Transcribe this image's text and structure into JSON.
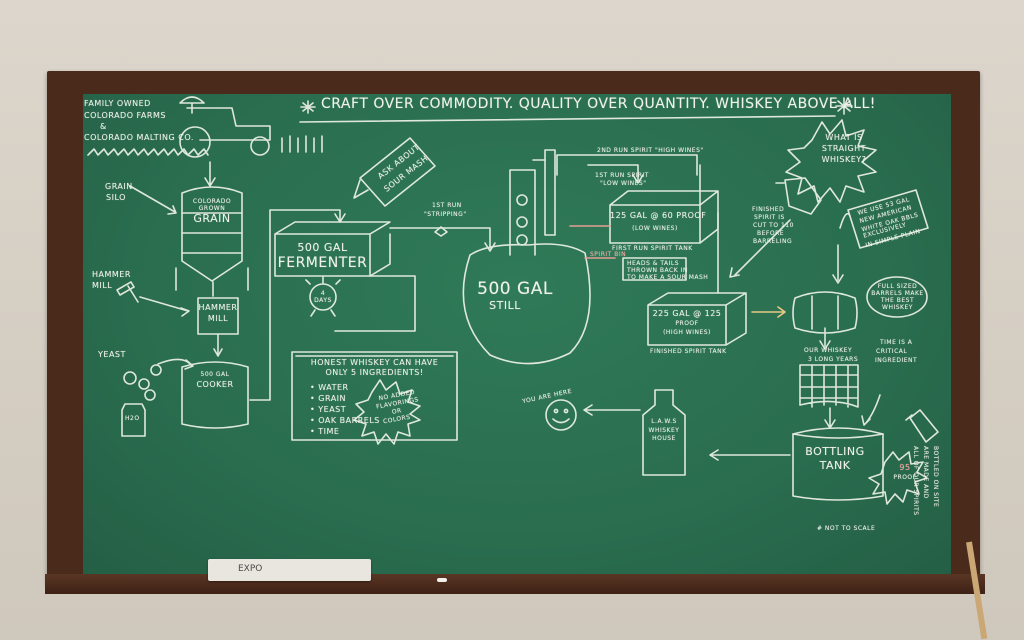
{
  "header": {
    "slogan": "CRAFT OVER COMMODITY. QUALITY OVER QUANTITY. WHISKEY ABOVE ALL!",
    "farm": [
      "FAMILY OWNED",
      "COLORADO FARMS",
      "&",
      "COLORADO MALTING CO."
    ]
  },
  "process": {
    "grain_silo": [
      "GRAIN",
      "SILO"
    ],
    "silo_label": [
      "COLORADO",
      "GROWN",
      "GRAIN"
    ],
    "hammer_mill_side": [
      "HAMMER",
      "MILL"
    ],
    "hammer_mill_box": [
      "HAMMER",
      "MILL"
    ],
    "yeast": "YEAST",
    "water": "H2O",
    "cooker": [
      "500 GAL",
      "COOKER"
    ],
    "fermenter": [
      "500 GAL",
      "FERMENTER"
    ],
    "ferment_days": [
      "4",
      "DAYS"
    ],
    "ask_about": [
      "ASK ABOUT",
      "SOUR MASH"
    ],
    "first_run": [
      "1ST RUN",
      "\"STRIPPING\""
    ],
    "still": [
      "500 GAL",
      "STILL"
    ],
    "second_run": "2ND RUN SPIRIT \"HIGH WINES\"",
    "first_run_spirit": [
      "1ST RUN SPIRIT",
      "\"LOW WINES\""
    ],
    "low_wines_tank": [
      "125 GAL @ 60 PROOF",
      "(LOW WINES)"
    ],
    "first_run_tank": "FIRST RUN SPIRIT TANK",
    "spirit_bin": "SPIRIT BIN",
    "heads_tails": [
      "HEADS & TAILS",
      "THROWN BACK IN",
      "TO MAKE A SOUR MASH"
    ],
    "finished_tank": [
      "225 GAL @ 125",
      "PROOF",
      "(HIGH WINES)"
    ],
    "finished_tank_label": "FINISHED SPIRIT TANK",
    "finished_spirit_note": [
      "FINISHED",
      "SPIRIT IS",
      "CUT TO 110",
      "BEFORE",
      "BARRELING"
    ],
    "what_is": [
      "WHAT IS",
      "STRAIGHT",
      "WHISKEY?"
    ],
    "we_use": [
      "WE USE 53 GAL",
      "NEW AMERICAN",
      "WHITE OAK BBLS",
      "EXCLUSIVELY",
      "IN SIMPLE PLAIN"
    ],
    "full_sized": [
      "FULL SIZED",
      "BARRELS MAKE",
      "THE BEST",
      "WHISKEY"
    ],
    "our_whiskey": [
      "OUR WHISKEY",
      "3 LONG YEARS"
    ],
    "time_critical": [
      "TIME IS A",
      "CRITICAL",
      "INGREDIENT"
    ],
    "bottling": [
      "BOTTLING",
      "TANK"
    ],
    "proof_95": [
      "95",
      "PROOF"
    ],
    "laws_bottle": [
      "L.A.W.S",
      "WHISKEY",
      "HOUSE"
    ],
    "you_are_here": "YOU ARE HERE",
    "not_to_scale": "# NOT TO SCALE",
    "side_note": [
      "ALL OF OUR SPIRITS",
      "ARE MADE AND",
      "BOTTLED ON SITE"
    ]
  },
  "ingredients": {
    "title": [
      "HONEST WHISKEY CAN HAVE",
      "ONLY 5 INGREDIENTS!"
    ],
    "items": [
      "• WATER",
      "• GRAIN",
      "• YEAST",
      "• OAK BARRELS",
      "• TIME"
    ],
    "burst": [
      "NO ADDED",
      "FLAVORINGS",
      "OR",
      "COLORS"
    ]
  },
  "eraser_label": "EXPO"
}
